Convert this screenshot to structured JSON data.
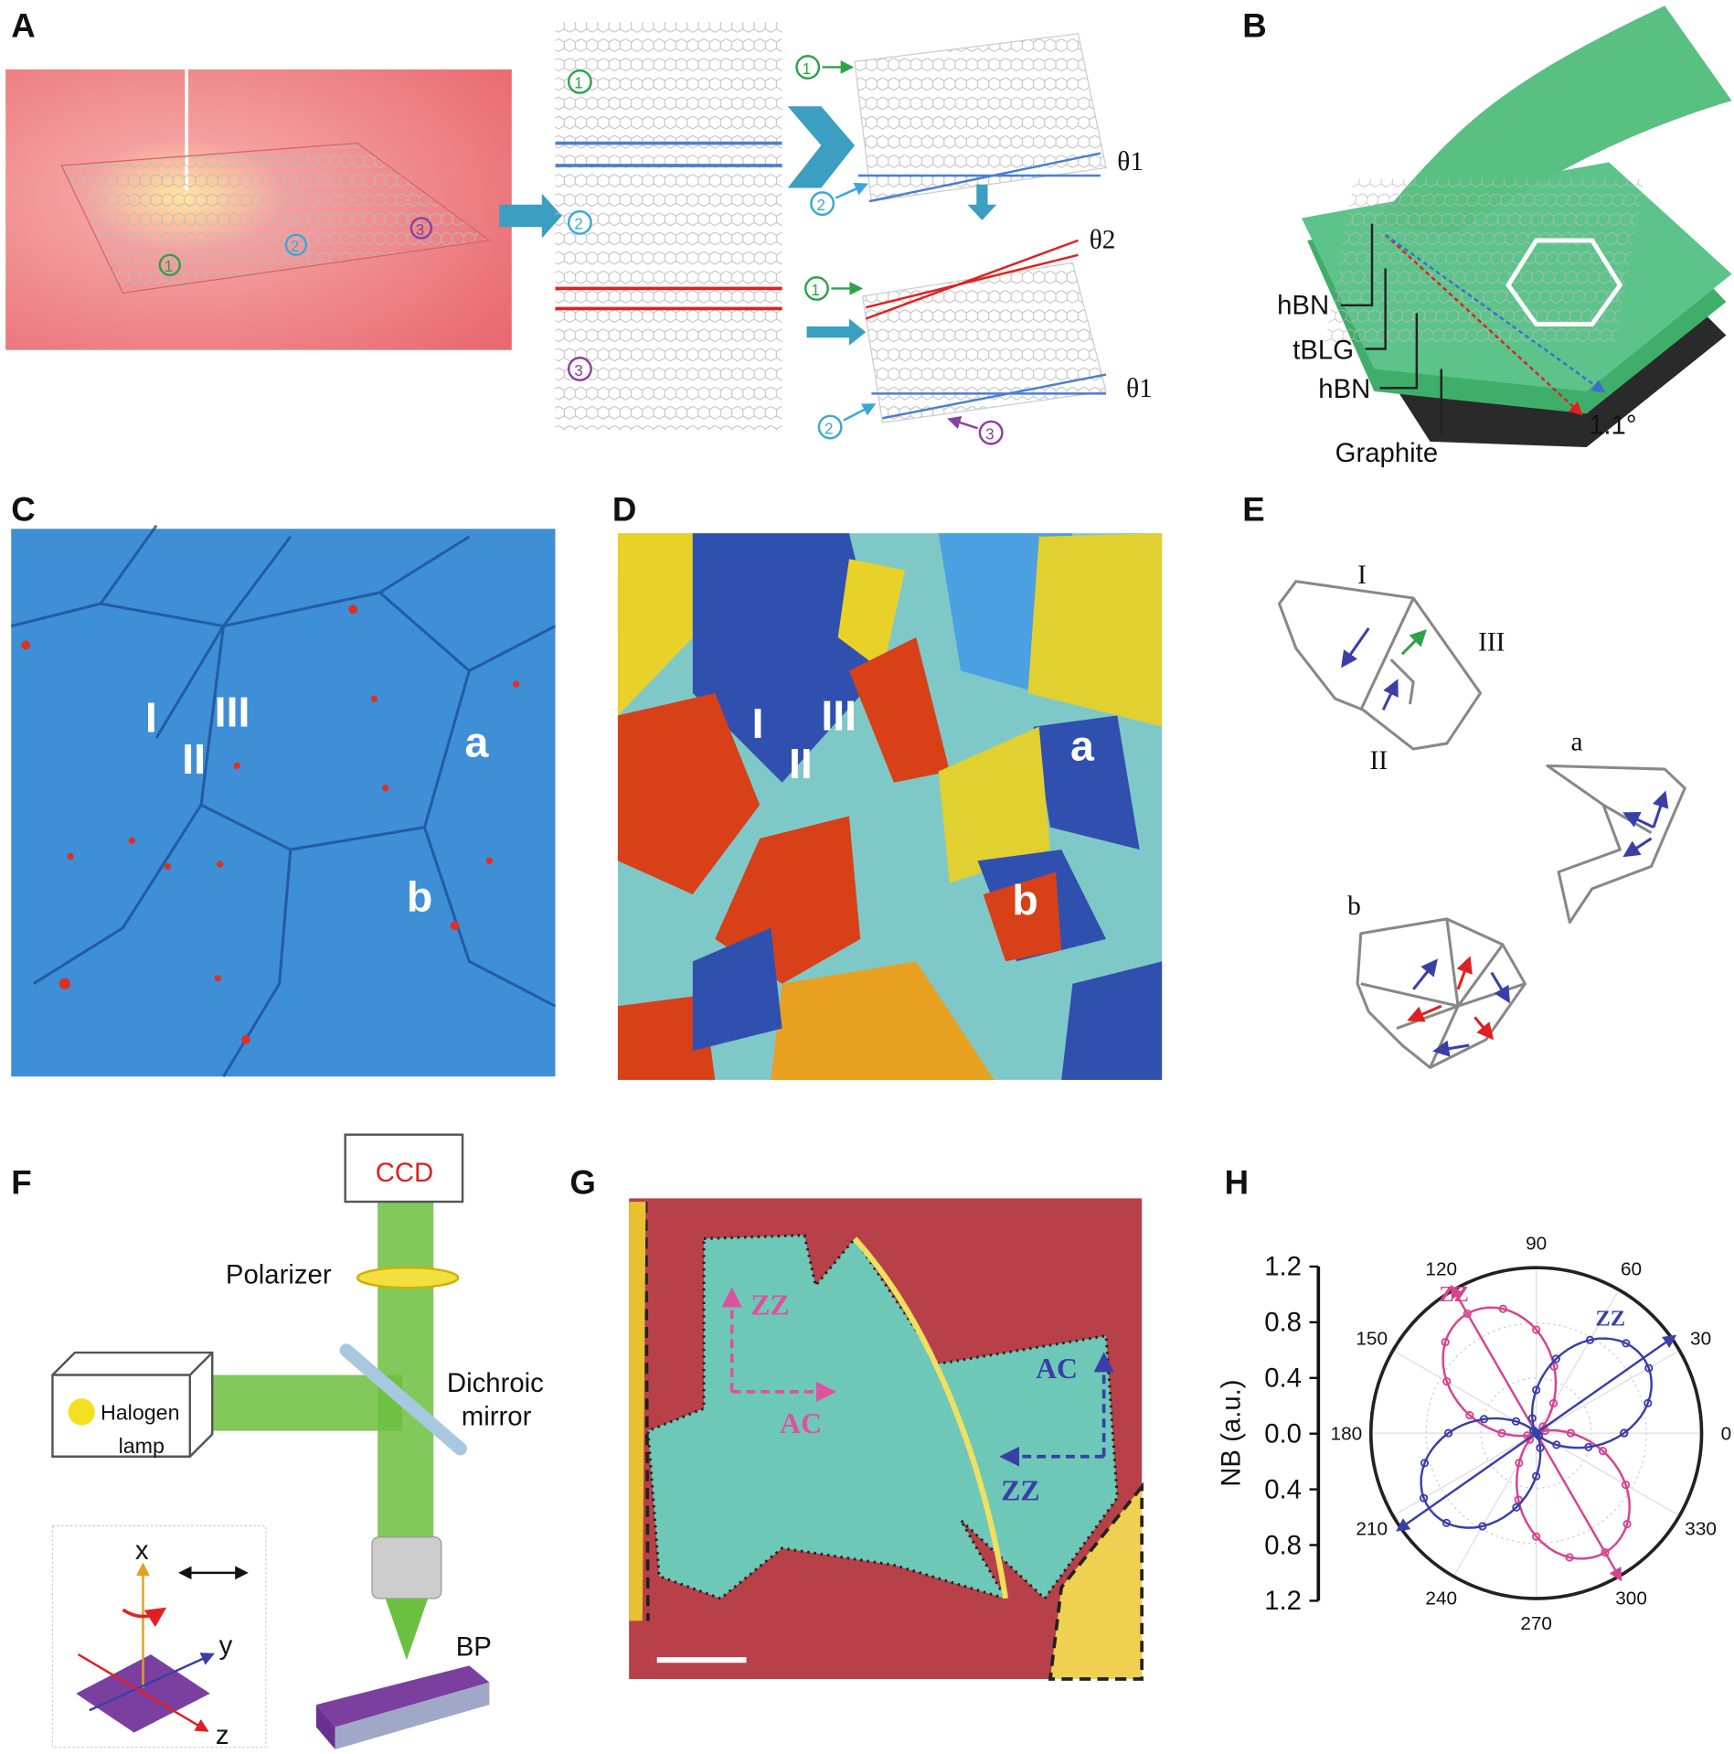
{
  "panels": {
    "A": {
      "label": "A",
      "markers": [
        "1",
        "2",
        "3"
      ],
      "angles": [
        "θ1",
        "θ2",
        "θ1"
      ]
    },
    "B": {
      "label": "B",
      "layers": [
        "hBN",
        "tBLG",
        "hBN",
        "Graphite"
      ],
      "angle": "1.1°"
    },
    "C": {
      "label": "C",
      "regions": [
        "I",
        "II",
        "III",
        "a",
        "b"
      ]
    },
    "D": {
      "label": "D",
      "regions": [
        "I",
        "II",
        "III",
        "a",
        "b"
      ]
    },
    "E": {
      "label": "E",
      "regions": [
        "I",
        "II",
        "III",
        "a",
        "b"
      ]
    },
    "F": {
      "label": "F",
      "ccd": "CCD",
      "polarizer": "Polarizer",
      "dichroic_1": "Dichroic",
      "dichroic_2": "mirror",
      "lamp_1": "Halogen",
      "lamp_2": "lamp",
      "sample": "BP",
      "axes": [
        "x",
        "y",
        "z"
      ]
    },
    "G": {
      "label": "G",
      "pink_zz": "ZZ",
      "pink_ac": "AC",
      "blue_ac": "AC",
      "blue_zz": "ZZ"
    },
    "H": {
      "label": "H"
    }
  },
  "colors": {
    "pink": "#d6438f",
    "blue": "#3a3fa8",
    "green": "#2ea24a",
    "cyan": "#3aa7d8",
    "purple": "#8b3fa0",
    "red": "#e0202a"
  },
  "chart_data": {
    "type": "polar",
    "ylabel": "NB (a.u.)",
    "radial_ticks": [
      "1.2",
      "0.8",
      "0.4",
      "0.0",
      "0.4",
      "0.8",
      "1.2"
    ],
    "rlim": [
      0,
      1.2
    ],
    "angle_ticks": [
      "0",
      "30",
      "60",
      "90",
      "120",
      "150",
      "180",
      "210",
      "240",
      "270",
      "300",
      "330"
    ],
    "series": [
      {
        "color": "#d6438f",
        "label": "ZZ",
        "axis_angle": 120,
        "amplitude": 1.0
      },
      {
        "color": "#3a3fa8",
        "label": "ZZ",
        "axis_angle": 35,
        "amplitude": 0.95
      }
    ]
  }
}
